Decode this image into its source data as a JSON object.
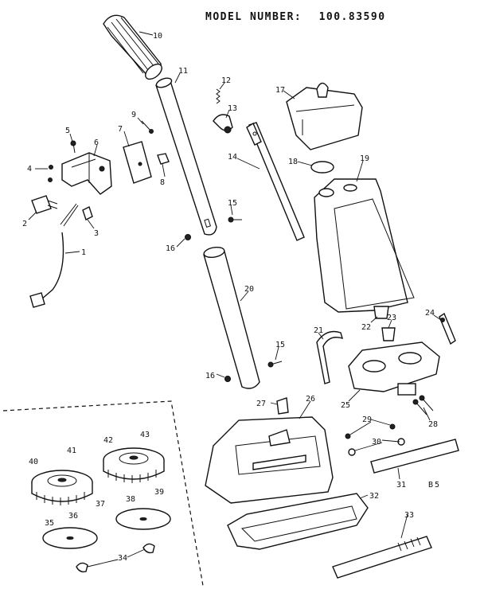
{
  "header": {
    "model_label": "MODEL NUMBER:",
    "model_number": "100.83590"
  },
  "section_code": "B5",
  "parts": [
    {
      "id": "p1",
      "label": "1"
    },
    {
      "id": "p2",
      "label": "2"
    },
    {
      "id": "p3",
      "label": "3"
    },
    {
      "id": "p4",
      "label": "4"
    },
    {
      "id": "p5",
      "label": "5"
    },
    {
      "id": "p6",
      "label": "6"
    },
    {
      "id": "p7",
      "label": "7"
    },
    {
      "id": "p8",
      "label": "8"
    },
    {
      "id": "p9",
      "label": "9"
    },
    {
      "id": "p10",
      "label": "10"
    },
    {
      "id": "p11",
      "label": "11"
    },
    {
      "id": "p12",
      "label": "12"
    },
    {
      "id": "p13",
      "label": "13"
    },
    {
      "id": "p14",
      "label": "14"
    },
    {
      "id": "p15a",
      "label": "15"
    },
    {
      "id": "p15b",
      "label": "15"
    },
    {
      "id": "p16a",
      "label": "16"
    },
    {
      "id": "p16b",
      "label": "16"
    },
    {
      "id": "p17",
      "label": "17"
    },
    {
      "id": "p18",
      "label": "18"
    },
    {
      "id": "p19",
      "label": "19"
    },
    {
      "id": "p20",
      "label": "20"
    },
    {
      "id": "p21",
      "label": "21"
    },
    {
      "id": "p22",
      "label": "22"
    },
    {
      "id": "p23",
      "label": "23"
    },
    {
      "id": "p24",
      "label": "24"
    },
    {
      "id": "p25",
      "label": "25"
    },
    {
      "id": "p26",
      "label": "26"
    },
    {
      "id": "p27",
      "label": "27"
    },
    {
      "id": "p28",
      "label": "28"
    },
    {
      "id": "p29",
      "label": "29"
    },
    {
      "id": "p30",
      "label": "30"
    },
    {
      "id": "p31",
      "label": "31"
    },
    {
      "id": "p32",
      "label": "32"
    },
    {
      "id": "p33",
      "label": "33"
    },
    {
      "id": "p34",
      "label": "34"
    },
    {
      "id": "p35",
      "label": "35"
    },
    {
      "id": "p36",
      "label": "36"
    },
    {
      "id": "p37",
      "label": "37"
    },
    {
      "id": "p38",
      "label": "38"
    },
    {
      "id": "p39",
      "label": "39"
    },
    {
      "id": "p40",
      "label": "40"
    },
    {
      "id": "p41",
      "label": "41"
    },
    {
      "id": "p42",
      "label": "42"
    },
    {
      "id": "p43",
      "label": "43"
    }
  ]
}
